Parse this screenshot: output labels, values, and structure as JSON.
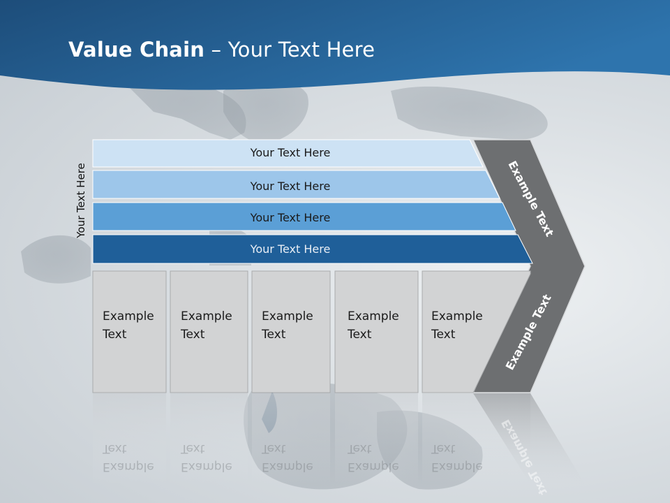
{
  "slide": {
    "title_bold": "Value Chain",
    "title_rest": " – Your Text Here",
    "side_label": "Your Text Here"
  },
  "bars": [
    {
      "label": "Your Text Here",
      "fill": "#cde2f4",
      "text_color": "#1a1a1a"
    },
    {
      "label": "Your Text Here",
      "fill": "#9dc6ea",
      "text_color": "#1a1a1a"
    },
    {
      "label": "Your Text Here",
      "fill": "#5b9fd6",
      "text_color": "#1a1a1a"
    },
    {
      "label": "Your Text Here",
      "fill": "#1f5f99",
      "text_color": "#e8eef5"
    }
  ],
  "boxes": [
    {
      "line1": "Example",
      "line2": "Text"
    },
    {
      "line1": "Example",
      "line2": "Text"
    },
    {
      "line1": "Example",
      "line2": "Text"
    },
    {
      "line1": "Example",
      "line2": "Text"
    },
    {
      "line1": "Example",
      "line2": "Text"
    }
  ],
  "chevron": {
    "upper_label": "Example Text",
    "lower_label": "Example Text",
    "fill": "#6d6f71"
  },
  "colors": {
    "header_dark": "#1d4d7a",
    "header_light": "#2e74ad",
    "box_fill": "#d2d3d4",
    "box_stroke": "#a9abad"
  }
}
